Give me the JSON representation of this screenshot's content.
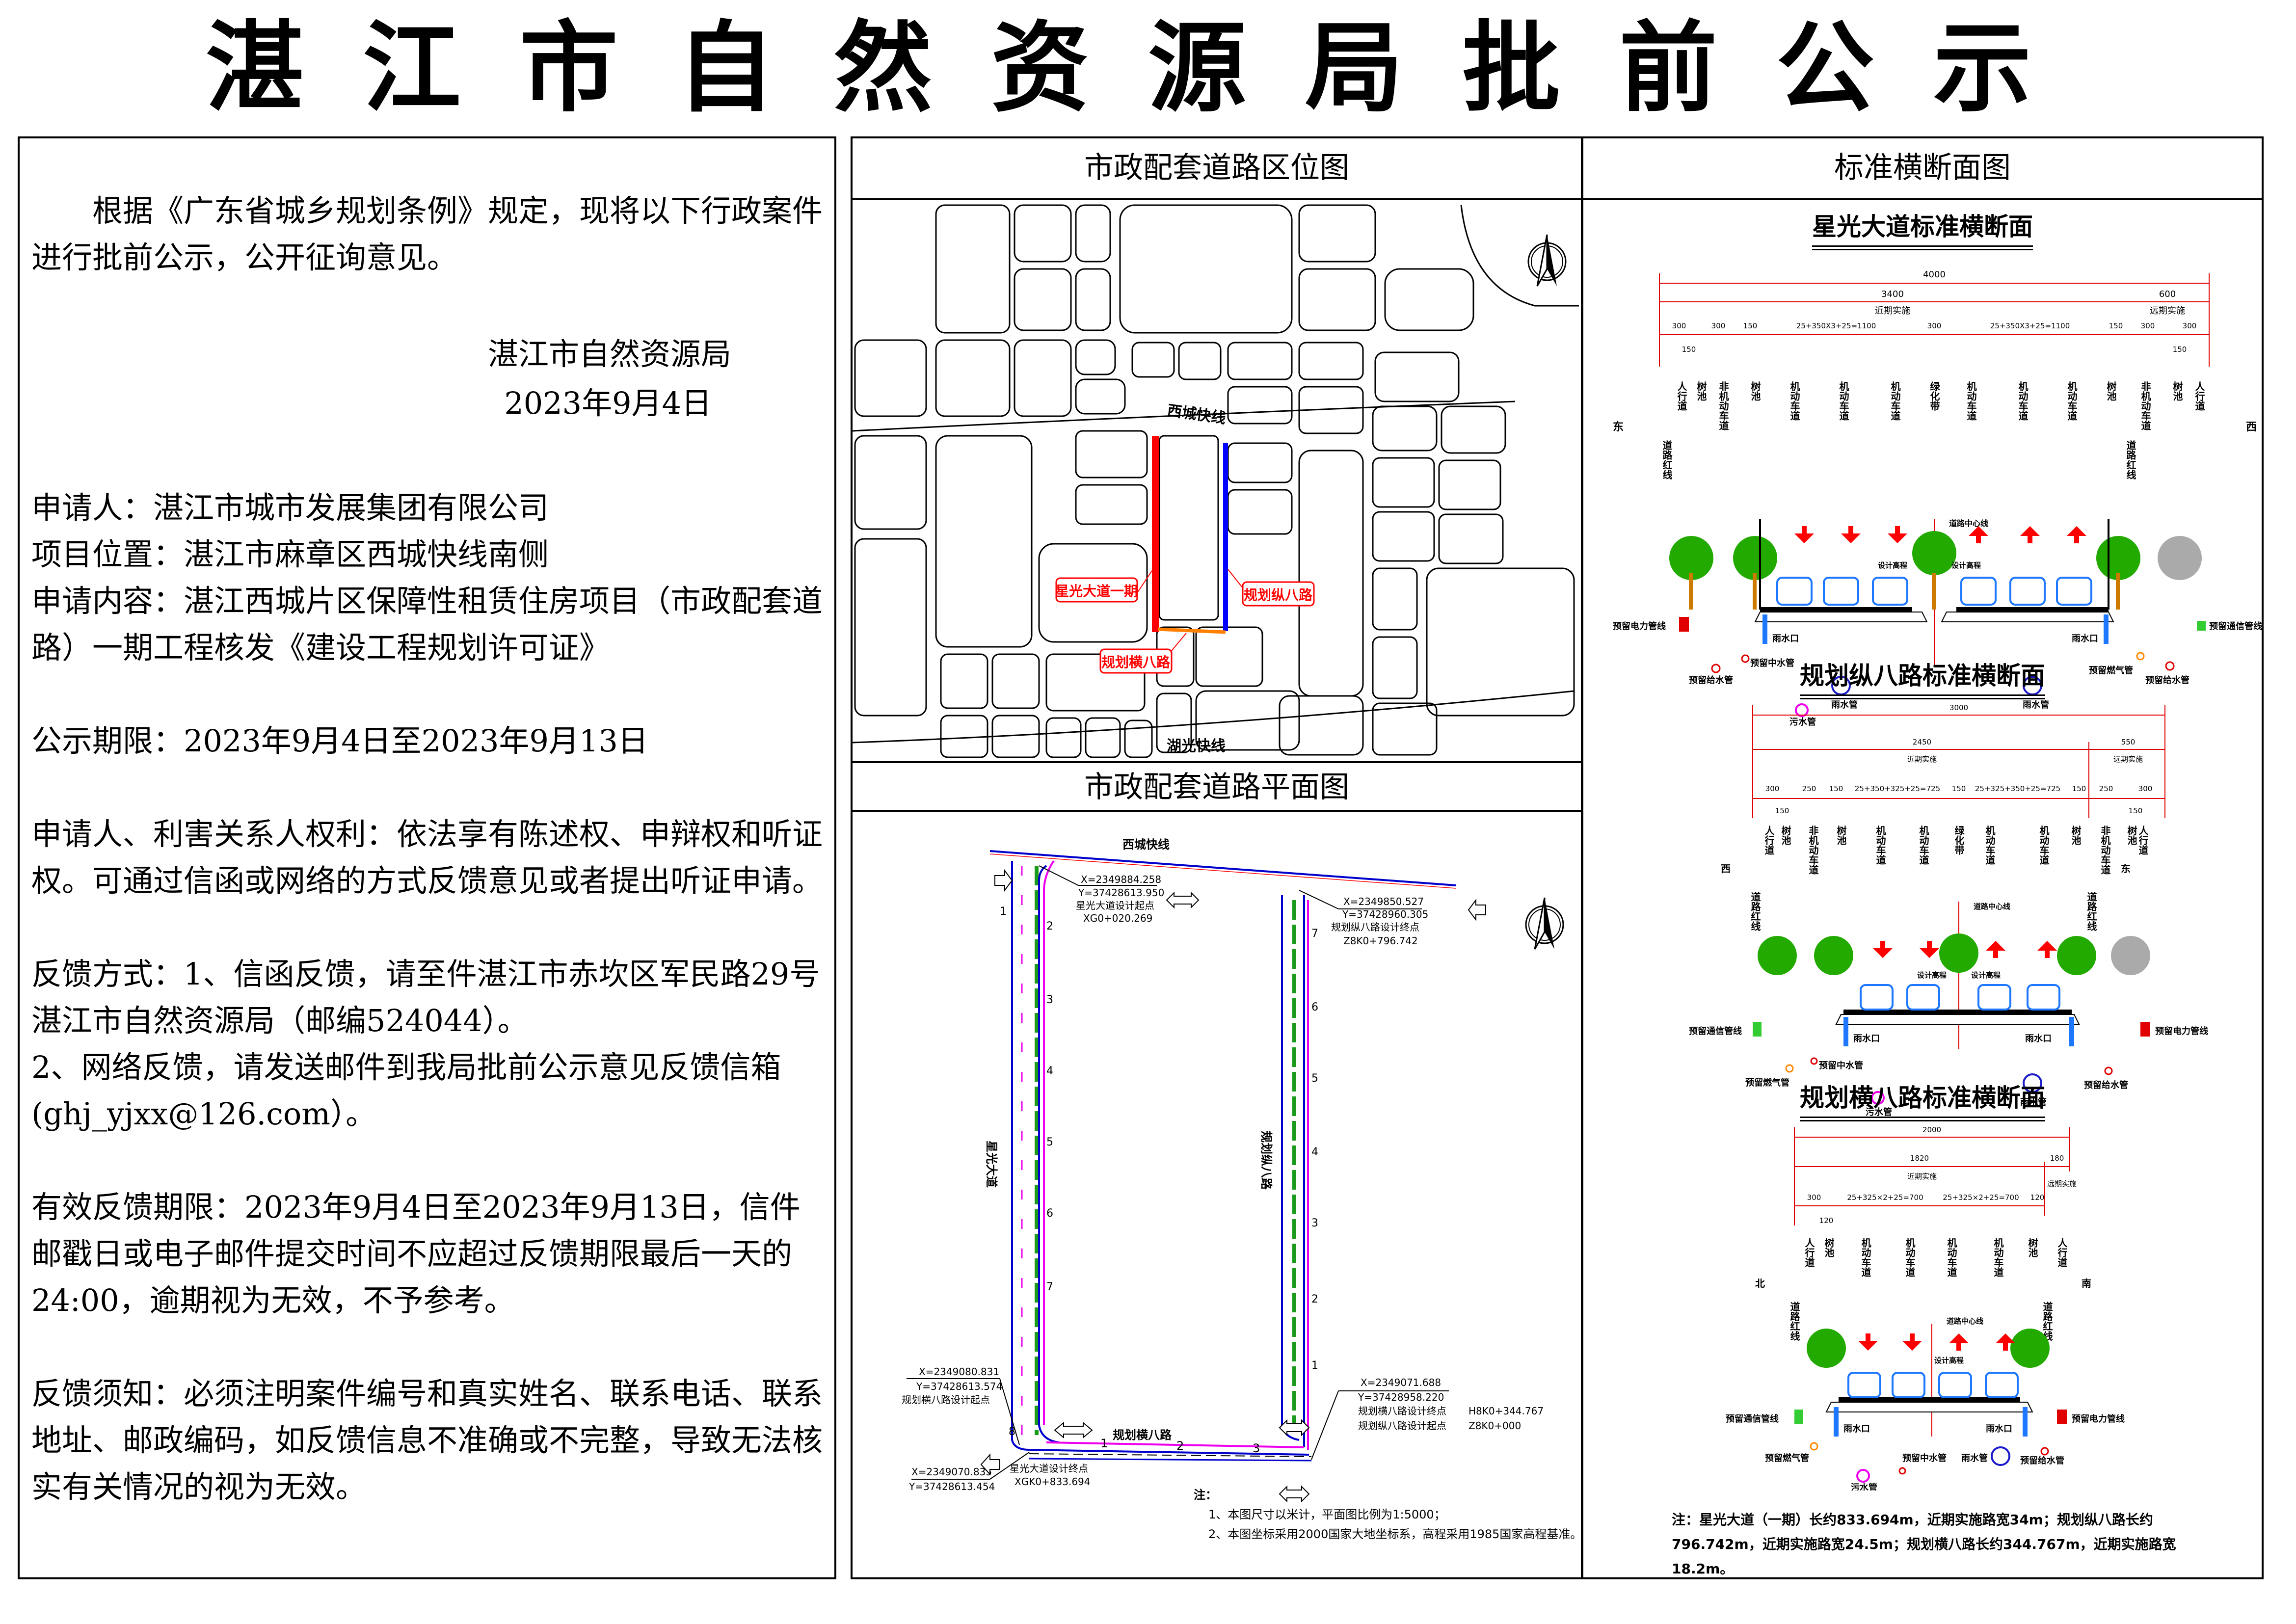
{
  "title": "湛江市自然资源局批前公示",
  "left_panel": {
    "intro": "根据《广东省城乡规划条例》规定，现将以下行政案件进行批前公示，公开征询意见。",
    "issuer": "湛江市自然资源局",
    "issue_date": "2023年9月4日",
    "applicant": "申请人：湛江市城市发展集团有限公司",
    "location": "项目位置：湛江市麻章区西城快线南侧",
    "content": "申请内容：湛江西城片区保障性租赁住房项目（市政配套道路）一期工程核发《建设工程规划许可证》",
    "period": "公示期限：2023年9月4日至2023年9月13日",
    "rights": "申请人、利害关系人权利：依法享有陈述权、申辩权和听证权。可通过信函或网络的方式反馈意见或者提出听证申请。",
    "feedback_mail": "反馈方式：1、信函反馈，请至件湛江市赤坎区军民路29号湛江市自然资源局（邮编524044）。",
    "feedback_online": "2、网络反馈，请发送邮件到我局批前公示意见反馈信箱(ghj_yjxx@126.com）。",
    "valid_period": "有效反馈期限：2023年9月4日至2023年9月13日，信件邮戳日或电子邮件提交时间不应超过反馈期限最后一天的24:00，逾期视为无效，不予参考。",
    "notice": "反馈须知：必须注明案件编号和真实姓名、联系电话、联系地址、邮政编码，如反馈信息不准确或不完整，导致无法核实有关情况的视为无效。"
  },
  "location_map": {
    "title": "市政配套道路区位图",
    "road_labels": {
      "north": "西城快线",
      "south": "湖光快线"
    },
    "callouts": [
      {
        "label": "星光大道一期",
        "color": "#ff0000"
      },
      {
        "label": "规划纵八路",
        "color": "#0000ff"
      },
      {
        "label": "规划横八路",
        "color": "#ff8000"
      }
    ],
    "north_arrow": "N"
  },
  "plan_map": {
    "title": "市政配套道路平面图",
    "road_north": "西城快线",
    "road_west": "星光大道",
    "road_east": "规划纵八路",
    "road_south": "规划横八路",
    "points": [
      {
        "x": "X=2349884.258",
        "y": "Y=37428613.950",
        "label": "星光大道设计起点",
        "chain": "XG0+020.269"
      },
      {
        "x": "X=2349850.527",
        "y": "Y=37428960.305",
        "label": "规划纵八路设计终点",
        "chain": "Z8K0+796.742"
      },
      {
        "x": "X=2349080.831",
        "y": "Y=37428613.574",
        "label": "规划横八路设计起点",
        "chain": ""
      },
      {
        "x": "X=2349071.688",
        "y": "Y=37428958.220",
        "label": "规划横八路设计终点",
        "chain": "H8K0+344.767",
        "label2": "规划纵八路设计起点",
        "chain2": "Z8K0+000"
      },
      {
        "x": "X=2349070.835",
        "y": "Y=37428613.454",
        "label": "星光大道设计终点",
        "chain": "XGK0+833.694"
      }
    ],
    "west_stations": [
      "1",
      "2",
      "3",
      "4",
      "5",
      "6",
      "7",
      "8"
    ],
    "east_stations": [
      "7",
      "6",
      "5",
      "4",
      "3",
      "2",
      "1"
    ],
    "south_stations": [
      "1",
      "2",
      "3"
    ],
    "notes_title": "注：",
    "notes": [
      "1、本图尺寸以米计，平面图比例为1:5000；",
      "2、本图坐标采用2000国家大地坐标系，高程采用1985国家高程基准。"
    ]
  },
  "cross_sections": {
    "title": "标准横断面图",
    "sections": [
      {
        "name": "星光大道标准横断面",
        "total": "4000",
        "near": "3400",
        "near_label": "近期实施",
        "far": "600",
        "far_label": "远期实施",
        "dims": [
          "300",
          "300",
          "150",
          "25+350X3+25=1100",
          "300",
          "25+350X3+25=1100",
          "150",
          "300",
          "300"
        ],
        "sub_dims": [
          "150",
          "150"
        ],
        "left_dir": "东",
        "right_dir": "西",
        "lanes": [
          "人行道",
          "树池",
          "非机动车道",
          "树池",
          "机动车道",
          "机动车道",
          "机动车道",
          "绿化带",
          "机动车道",
          "机动车道",
          "机动车道",
          "树池",
          "非机动车道",
          "树池",
          "人行道"
        ],
        "pipes": [
          "预留电力管线",
          "雨水口",
          "预留中水管",
          "预留给水管",
          "雨水管",
          "污水管",
          "雨水管",
          "雨水口",
          "预留燃气管",
          "预留给水管",
          "预留通信管线"
        ]
      },
      {
        "name": "规划纵八路标准横断面",
        "total": "3000",
        "near": "2450",
        "near_label": "近期实施",
        "far": "550",
        "far_label": "远期实施",
        "dims": [
          "300",
          "250",
          "150",
          "25+350+325+25=725",
          "150",
          "25+325+350+25=725",
          "150",
          "250",
          "300"
        ],
        "sub_dims": [
          "150",
          "150"
        ],
        "left_dir": "西",
        "right_dir": "东",
        "lanes": [
          "人行道",
          "树池",
          "非机动车道",
          "树池",
          "机动车道",
          "机动车道",
          "绿化带",
          "机动车道",
          "机动车道",
          "树池",
          "非机动车道",
          "树池",
          "人行道"
        ],
        "pipes": [
          "预留通信管线",
          "雨水口",
          "预留中水管",
          "预留燃气管",
          "污水管",
          "雨水管",
          "雨水口",
          "预留给水管",
          "预留电力管线"
        ]
      },
      {
        "name": "规划横八路标准横断面",
        "total": "2000",
        "near": "1820",
        "near_label": "近期实施",
        "far": "180",
        "far_label": "远期实施",
        "dims": [
          "300",
          "25+325×2+25=700",
          "25+325×2+25=700",
          "120"
        ],
        "sub_dims": [
          "120"
        ],
        "left_dir": "北",
        "right_dir": "南",
        "lanes": [
          "人行道",
          "树池",
          "机动车道",
          "机动车道",
          "机动车道",
          "机动车道",
          "树池",
          "人行道"
        ],
        "pipes": [
          "预留通信管线",
          "雨水口",
          "预留燃气管",
          "预留中水管",
          "雨水管",
          "污水管",
          "雨水口",
          "预留给水管",
          "预留电力管线"
        ]
      }
    ],
    "centerline_label": "道路中心线",
    "design_elev_label": "设计高程",
    "red_line_label": "道路红线",
    "footnote": "注：星光大道（一期）长约833.694m，近期实施路宽34m；规划纵八路长约796.742m，近期实施路宽24.5m；规划横八路长约344.767m，近期实施路宽18.2m。"
  },
  "colors": {
    "red_road": "#ff0000",
    "blue_road": "#0000ff",
    "orange_road": "#ff8000",
    "tree_green": "#22aa00",
    "car_blue": "#1e78ff",
    "dim_red": "#e00000"
  }
}
